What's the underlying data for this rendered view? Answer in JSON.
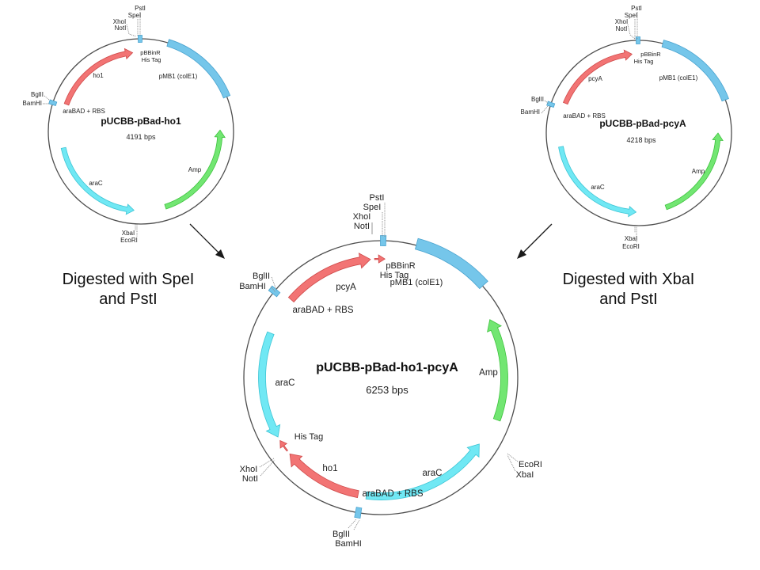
{
  "notes": {
    "left": {
      "line1": "Digested with SpeI",
      "line2": "and PstI"
    },
    "right": {
      "line1": "Digested with XbaI",
      "line2": "and PstI"
    }
  },
  "plasmid_ho1": {
    "name": "pUCBB-pBad-ho1",
    "size": "4191 bps",
    "sites": {
      "pst": "PstI",
      "spe": "SpeI",
      "xho": "XhoI",
      "not": "NotI",
      "bgl": "BglII",
      "bam": "BamHI",
      "xba": "XbaI",
      "eco": "EcoRI"
    },
    "features": {
      "pbbinr": "pBBinR",
      "his_tag": "His Tag",
      "insert": "ho1",
      "ori": "pMB1 (colE1)",
      "promoter": "araBAD + RBS",
      "amp": "Amp",
      "arac": "araC"
    }
  },
  "plasmid_pcyA": {
    "name": "pUCBB-pBad-pcyA",
    "size": "4218 bps",
    "sites": {
      "pst": "PstI",
      "spe": "SpeI",
      "xho": "XhoI",
      "not": "NotI",
      "bgl": "BglII",
      "bam": "BamHI",
      "xba": "XbaI",
      "eco": "EcoRI"
    },
    "features": {
      "pbbinr": "pBBinR",
      "his_tag": "His Tag",
      "insert": "pcyA",
      "ori": "pMB1 (colE1)",
      "promoter": "araBAD + RBS",
      "amp": "Amp",
      "arac": "araC"
    }
  },
  "plasmid_ho1_pcyA": {
    "name": "pUCBB-pBad-ho1-pcyA",
    "size": "6253 bps",
    "sites": {
      "pst": "PstI",
      "spe": "SpeI",
      "xho_top": "XhoI",
      "not_top": "NotI",
      "bgl_top": "BglII",
      "bam_top": "BamHI",
      "xho_bottom": "XhoI",
      "not_bottom": "NotI",
      "eco": "EcoRI",
      "xba": "XbaI",
      "bgl_bottom": "BglII",
      "bam_bottom": "BamHI"
    },
    "features": {
      "pbbinr": "pBBinR",
      "his_tag_top": "His Tag",
      "pcya": "pcyA",
      "ori": "pMB1 (colE1)",
      "promoter_top": "araBAD + RBS",
      "arac_left": "araC",
      "amp": "Amp",
      "his_tag_bottom": "His Tag",
      "ho1": "ho1",
      "arac_bottom": "araC",
      "promoter_bottom": "araBAD + RBS"
    }
  },
  "colors": {
    "ring": "#4d4d4d",
    "site_line": "#8a8a8a",
    "arrow": "#1a1a1a",
    "pmb1": {
      "fill": "#75c6ea",
      "edge": "#4aa3cf"
    },
    "red": {
      "fill": "#f27474",
      "edge": "#cf4a4a"
    },
    "cyan": {
      "fill": "#70e8f4",
      "edge": "#3cc4d4"
    },
    "green": {
      "fill": "#72e672",
      "edge": "#3cc23c"
    }
  }
}
